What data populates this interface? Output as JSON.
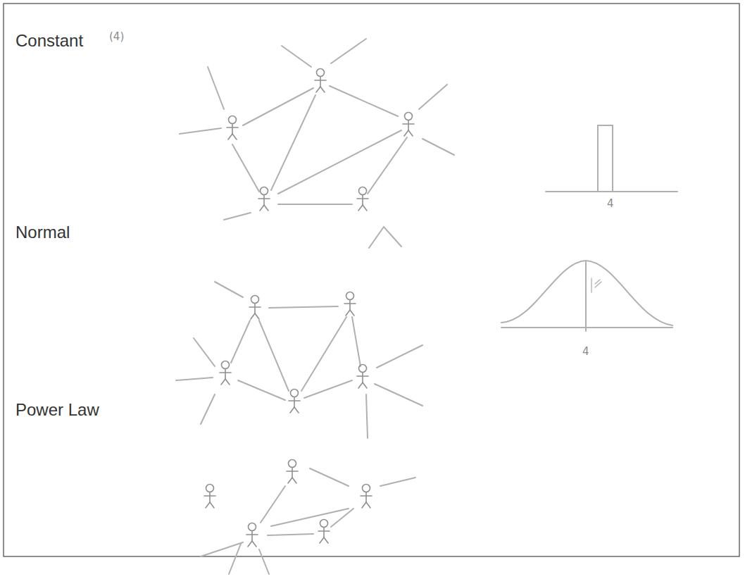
{
  "diagram": {
    "labels": [
      "Constant",
      "(4)",
      "Normal",
      "Power Law",
      "4",
      "4"
    ]
  }
}
